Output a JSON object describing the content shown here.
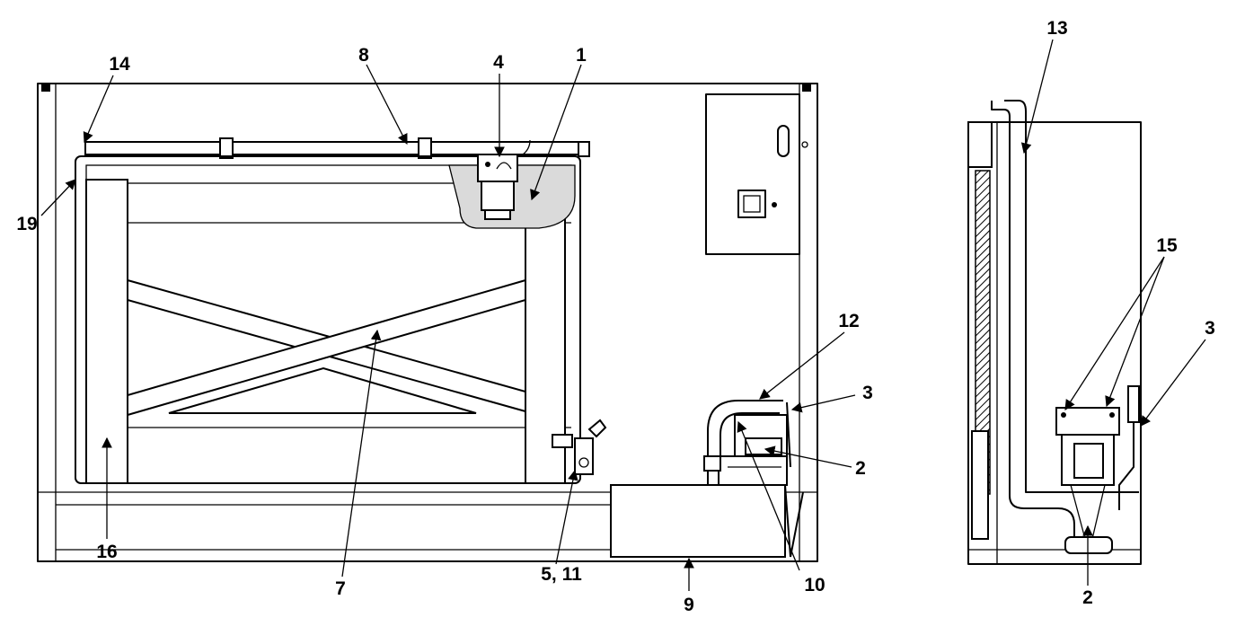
{
  "callouts": {
    "c1": "1",
    "c2_front": "2",
    "c2_side": "2",
    "c3_front": "3",
    "c3_side": "3",
    "c4": "4",
    "c5_11": "5, 11",
    "c7": "7",
    "c8": "8",
    "c9": "9",
    "c10": "10",
    "c12": "12",
    "c13": "13",
    "c14": "14",
    "c15": "15",
    "c16": "16",
    "c19": "19"
  },
  "colors": {
    "line": "#000000",
    "background": "#ffffff",
    "shade": "#dadada"
  }
}
